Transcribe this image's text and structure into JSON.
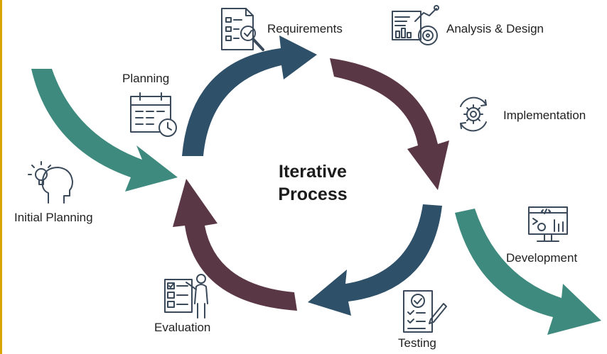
{
  "diagram": {
    "center_title_line1": "Iterative",
    "center_title_line2": "Process",
    "labels": {
      "requirements": "Requirements",
      "analysis_design": "Analysis & Design",
      "implementation": "Implementation",
      "development": "Development",
      "testing": "Testing",
      "evaluation": "Evaluation",
      "planning": "Planning",
      "initial_planning": "Initial Planning"
    },
    "colors": {
      "teal": "#3f8a7e",
      "navy": "#2e5068",
      "maroon": "#5a3745",
      "icon": "#3b4a5a",
      "accent_border": "#d9a400"
    },
    "icons": [
      "requirements-doc-icon",
      "analytics-dashboard-icon",
      "gear-cycle-icon",
      "monitor-code-icon",
      "checklist-pen-icon",
      "presenter-board-icon",
      "calendar-clock-icon",
      "head-lightbulb-icon"
    ]
  }
}
